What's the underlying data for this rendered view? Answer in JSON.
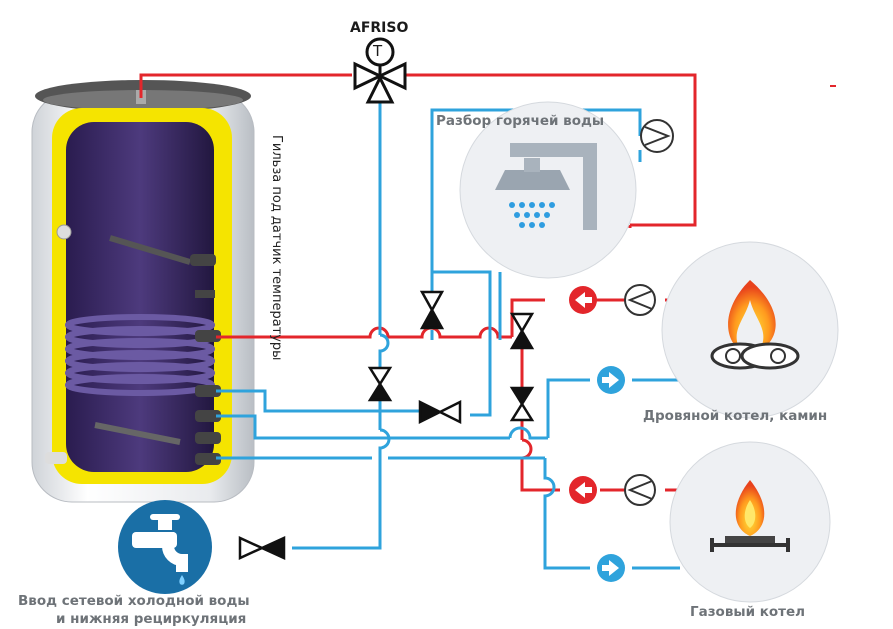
{
  "labels": {
    "valve_brand": "AFRISO",
    "valve_symbol": "T",
    "sensor_sleeve": "Гильза под датчик температуры",
    "hot_water": "Разбор горячей воды",
    "wood_boiler": "Дровяной котел, камин",
    "gas_boiler": "Газовый котел",
    "cold_water_line1": "Ввод  сетевой холодной воды",
    "cold_water_line2": "и нижняя рециркуляция"
  },
  "colors": {
    "hot_pipe": "#e3262b",
    "cold_pipe": "#2fa3dc",
    "tank_insulation": "#f5e400",
    "tank_inner": "#3b2a66",
    "circle_bg": "#eef0f3",
    "tap_icon": "#1a6fa6"
  },
  "icons": [
    "three-way-valve-icon",
    "pump-icon",
    "shower-icon",
    "fire-icon",
    "gas-burner-icon",
    "water-tap-icon",
    "ball-valve-icon",
    "check-valve-arrow-icon"
  ]
}
